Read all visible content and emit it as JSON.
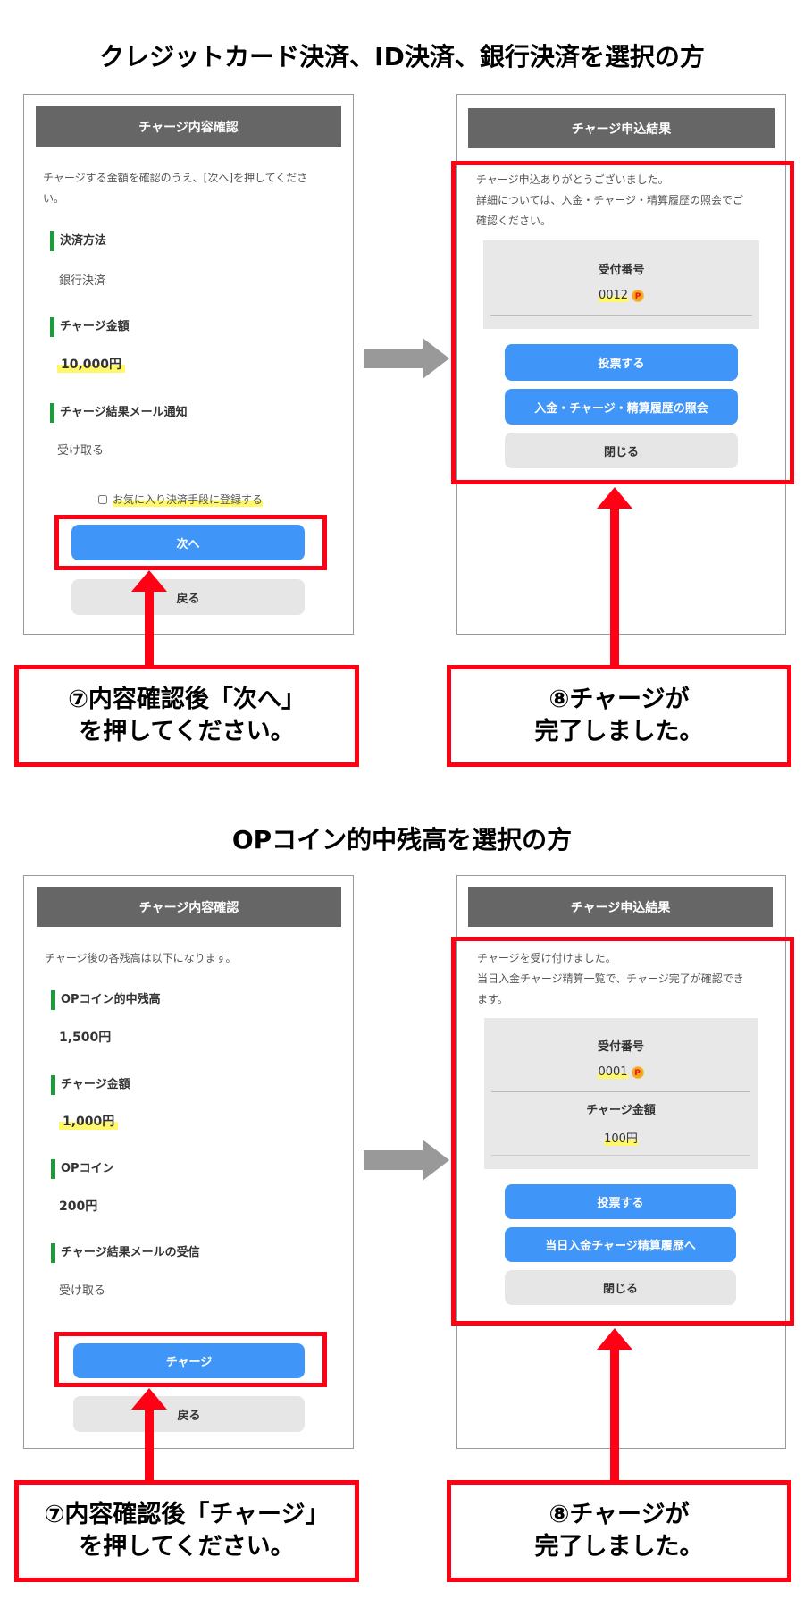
{
  "section1": {
    "title": "クレジットカード決済、ID決済、銀行決済を選択の方",
    "left": {
      "header": "チャージ内容確認",
      "intro_line1": "チャージする金額を確認のうえ、[次へ]を押してくださ",
      "intro_line2": "い。",
      "fields": [
        {
          "label": "決済方法",
          "value": "銀行決済"
        },
        {
          "label": "チャージ金額",
          "value": "10,000円"
        },
        {
          "label": "チャージ結果メール通知",
          "value": "受け取る"
        }
      ],
      "checkbox_label": "お気に入り決済手段に登録する",
      "next_button": "次へ",
      "back_button": "戻る"
    },
    "right": {
      "header": "チャージ申込結果",
      "message_line1": "チャージ申込ありがとうございました。",
      "message_line2": "詳細については、入金・チャージ・精算履歴の照会でご",
      "message_line3": "確認ください。",
      "receipt_label": "受付番号",
      "receipt_number": "0012",
      "point_icon": "P",
      "vote_button": "投票する",
      "history_button": "入金・チャージ・精算履歴の照会",
      "close_button": "閉じる"
    },
    "callout_left": {
      "line1": "⑦内容確認後「次へ」",
      "line2": "を押してください。"
    },
    "callout_right": {
      "line1": "⑧チャージが",
      "line2": "完了しました。"
    }
  },
  "section2": {
    "title": "OPコイン的中残高を選択の方",
    "left": {
      "header": "チャージ内容確認",
      "intro": "チャージ後の各残高は以下になります。",
      "fields": [
        {
          "label": "OPコイン的中残高",
          "value": "1,500円"
        },
        {
          "label": "チャージ金額",
          "value": "1,000円"
        },
        {
          "label": "OPコイン",
          "value": "200円"
        },
        {
          "label": "チャージ結果メールの受信",
          "value": "受け取る"
        }
      ],
      "charge_button": "チャージ",
      "back_button": "戻る"
    },
    "right": {
      "header": "チャージ申込結果",
      "message_line1": "チャージを受け付けました。",
      "message_line2": "当日入金チャージ精算一覧で、チャージ完了が確認でき",
      "message_line3": "ます。",
      "receipt_label": "受付番号",
      "receipt_number": "0001",
      "point_icon": "P",
      "amount_label": "チャージ金額",
      "amount_value": "100円",
      "vote_button": "投票する",
      "history_button": "当日入金チャージ精算履歴へ",
      "close_button": "閉じる"
    },
    "callout_left": {
      "line1": "⑦内容確認後「チャージ」",
      "line2": "を押してください。"
    },
    "callout_right": {
      "line1": "⑧チャージが",
      "line2": "完了しました。"
    }
  },
  "colors": {
    "accent_red": "#ff0015",
    "button_blue": "#4096f8",
    "header_gray": "#666666",
    "section_green": "#1e9a3c",
    "highlight": "#fff86b"
  }
}
